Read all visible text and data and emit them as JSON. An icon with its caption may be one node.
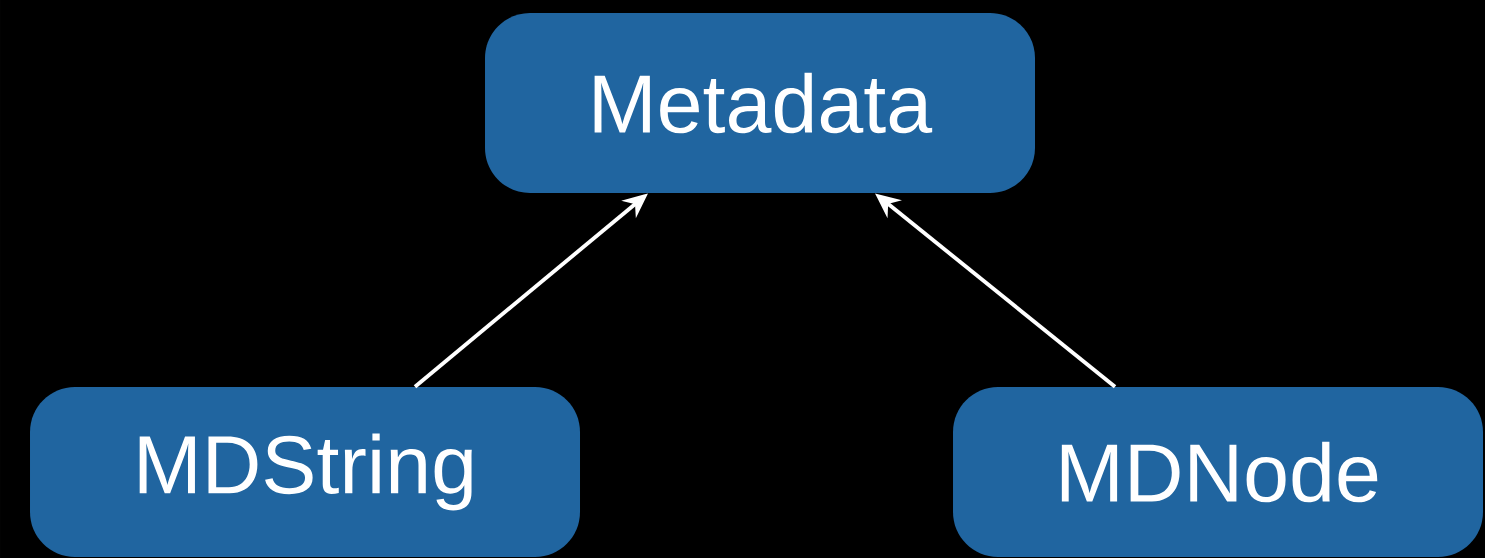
{
  "diagram": {
    "nodes": [
      {
        "text": [
          "Metadata"
        ]
      },
      {
        "text": [
          "MDString"
        ]
      },
      {
        "text": [
          "MDNode"
        ]
      }
    ],
    "edges": [
      {
        "from": 1,
        "to": 0,
        "arrow": "to"
      },
      {
        "from": 2,
        "to": 0,
        "arrow": "to"
      }
    ]
  }
}
